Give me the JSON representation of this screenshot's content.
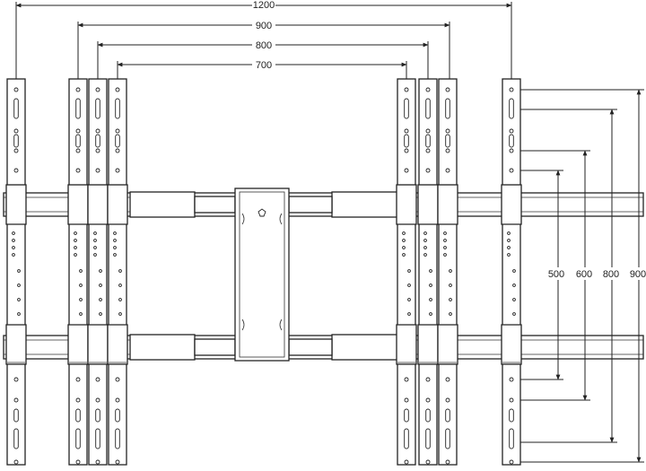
{
  "horizontal_dimensions": [
    "1200",
    "900",
    "800",
    "700"
  ],
  "vertical_dimensions": [
    "500",
    "600",
    "800",
    "900"
  ],
  "colors": {
    "line": "#222222",
    "background": "#ffffff"
  }
}
